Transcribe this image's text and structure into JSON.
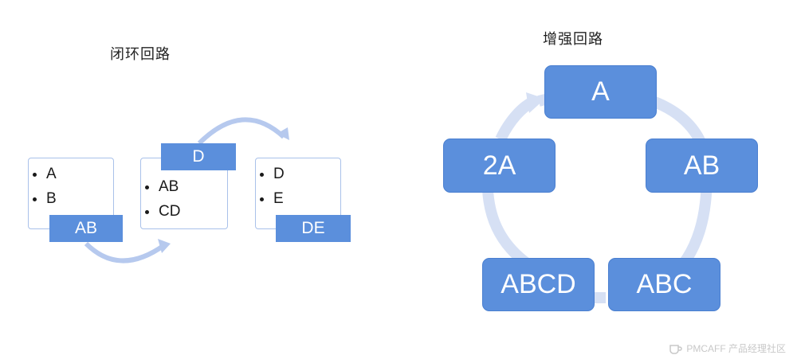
{
  "left": {
    "title": "闭环回路",
    "card1": {
      "items": [
        "A",
        "B"
      ],
      "tag": "AB"
    },
    "card2": {
      "tag": "D",
      "items": [
        "AB",
        "CD"
      ]
    },
    "card3": {
      "items": [
        "D",
        "E"
      ],
      "tag": "DE"
    }
  },
  "right": {
    "title": "增强回路",
    "nodes": [
      "A",
      "AB",
      "ABC",
      "ABCD",
      "2A"
    ]
  },
  "watermark": {
    "text": "PMCAFF 产品经理社区"
  },
  "colors": {
    "node_fill": "#5b8fdc",
    "arrow": "#b6c9ee",
    "ring": "#d6e0f4"
  }
}
